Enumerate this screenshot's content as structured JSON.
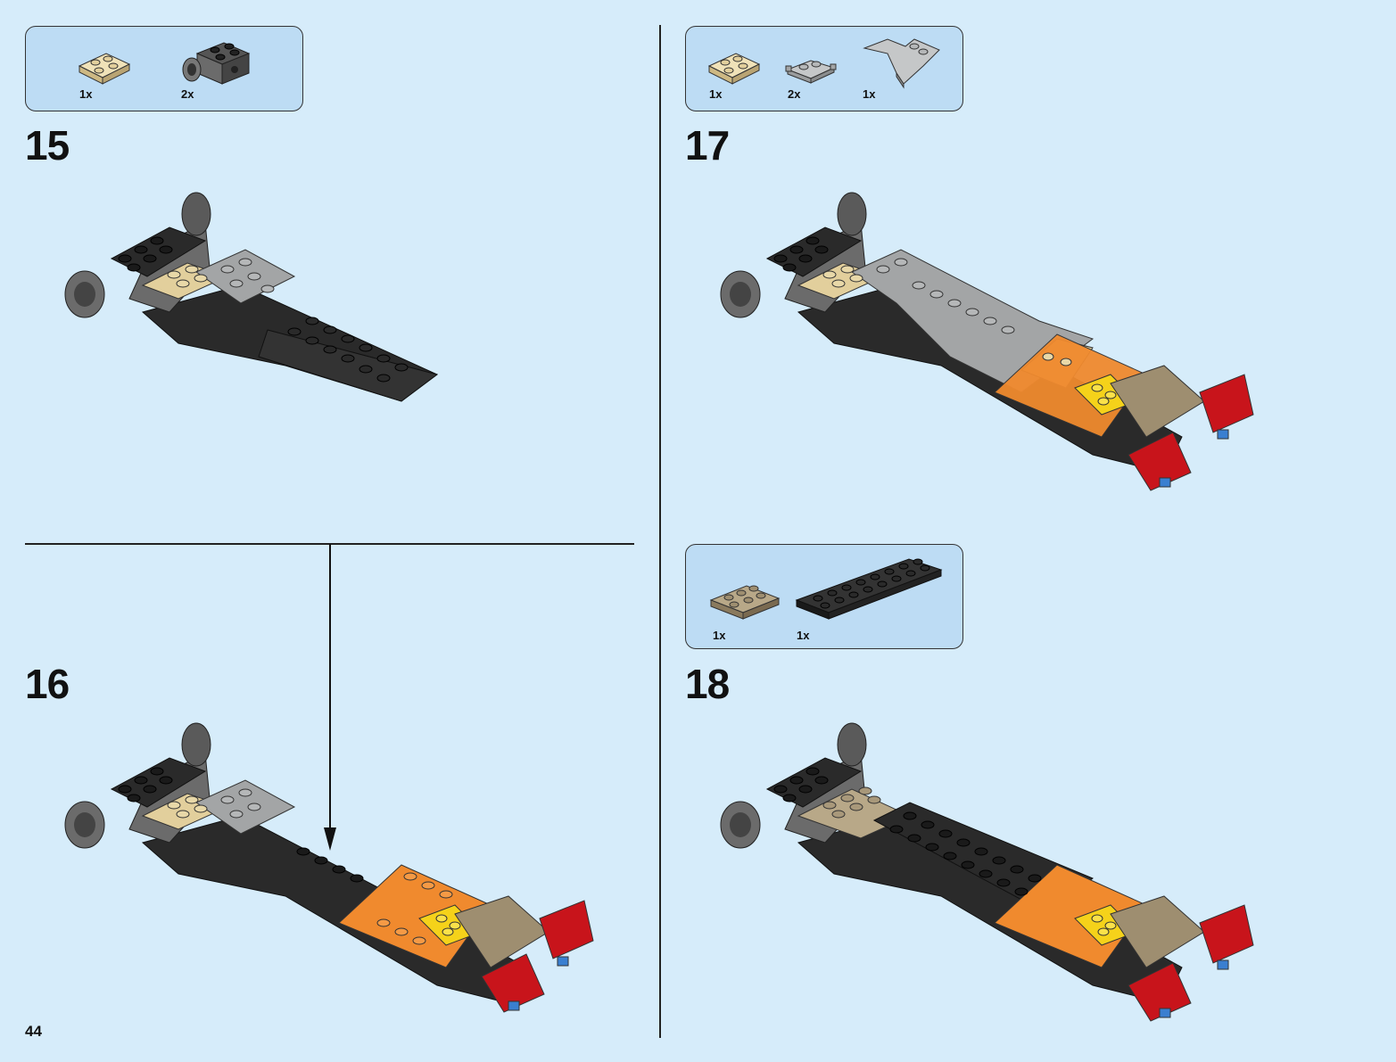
{
  "page_number": "44",
  "steps": [
    {
      "number": "15",
      "parts": [
        {
          "qty": "1x",
          "part": "tan-plate-2x2"
        },
        {
          "qty": "2x",
          "part": "dark-gray-brick-with-pin-hole"
        }
      ]
    },
    {
      "number": "16",
      "parts": []
    },
    {
      "number": "17",
      "parts": [
        {
          "qty": "1x",
          "part": "tan-plate-2x2"
        },
        {
          "qty": "2x",
          "part": "light-gray-plate-with-clips"
        },
        {
          "qty": "1x",
          "part": "light-gray-wedge-plate"
        }
      ]
    },
    {
      "number": "18",
      "parts": [
        {
          "qty": "1x",
          "part": "dark-tan-plate-2x3"
        },
        {
          "qty": "1x",
          "part": "black-plate-2x8"
        }
      ]
    }
  ],
  "colors": {
    "background": "#d6ecfa",
    "callout": "#bddcf4",
    "black_brick": "#2a2a2a",
    "dark_gray": "#6b6b6b",
    "light_gray": "#a3a5a6",
    "tan": "#e2cf9c",
    "dark_tan": "#9e8e70",
    "orange": "#f08a2e",
    "yellow": "#f5d21a",
    "red": "#c8141b",
    "blue": "#3a7fd0"
  }
}
